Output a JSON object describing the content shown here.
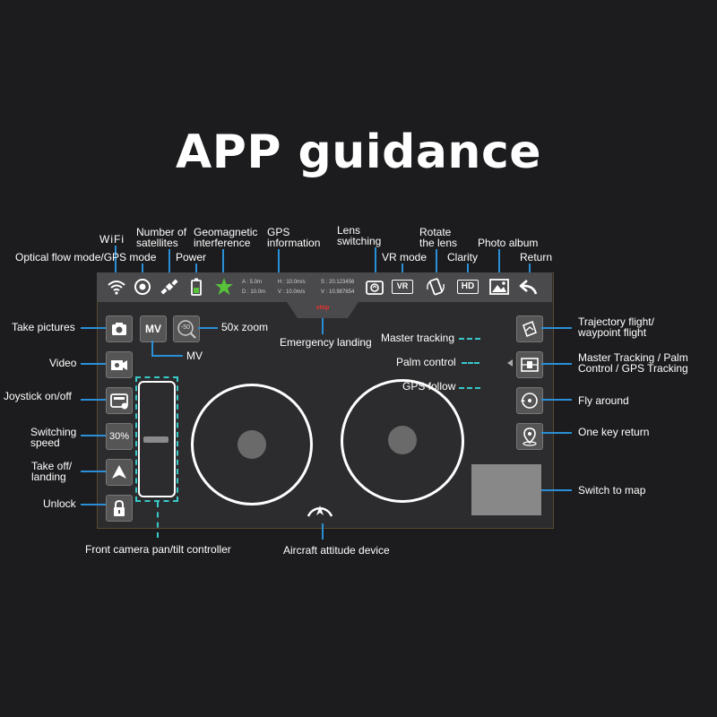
{
  "title": "APP guidance",
  "labels": {
    "wifi": "WiFi",
    "optical": "Optical flow mode/GPS mode",
    "satellites_1": "Number of",
    "satellites_2": "satellites",
    "power": "Power",
    "geo_1": "Geomagnetic",
    "geo_2": "interference",
    "gps_1": "GPS",
    "gps_2": "information",
    "lens_1": "Lens",
    "lens_2": "switching",
    "vr": "VR mode",
    "rotate_1": "Rotate",
    "rotate_2": "the lens",
    "clarity": "Clarity",
    "album": "Photo album",
    "return": "Return",
    "take_pictures": "Take pictures",
    "video": "Video",
    "joystick": "Joystick on/off",
    "speed_1": "Switching",
    "speed_2": "speed",
    "takeoff_1": "Take off/",
    "takeoff_2": "landing",
    "unlock": "Unlock",
    "zoom": "50x zoom",
    "mv": "MV",
    "emergency": "Emergency landing",
    "master_tracking": "Master tracking",
    "palm_control": "Palm control",
    "gps_follow": "GPS follow",
    "trajectory_1": "Trajectory flight/",
    "trajectory_2": "waypoint flight",
    "master_palm_1": "Master Tracking / Palm",
    "master_palm_2": "Control / GPS Tracking",
    "fly_around": "Fly around",
    "one_key": "One key return",
    "switch_map": "Switch to map",
    "front_camera": "Front camera pan/tilt controller",
    "attitude": "Aircraft attitude device"
  },
  "screen": {
    "telemetry": {
      "a": "A : 5.0m",
      "d": "D : 10.0m",
      "h": "H : 10.0m/s",
      "v": "V : 10.0m/s",
      "s": "S : 20.123456",
      "vv": "V : 10.987654"
    },
    "mv_button": "MV",
    "zoom_button": "-50",
    "speed_button": "30%",
    "stop_button": "stop",
    "hd_icon": "HD",
    "vr_icon": "VR"
  }
}
